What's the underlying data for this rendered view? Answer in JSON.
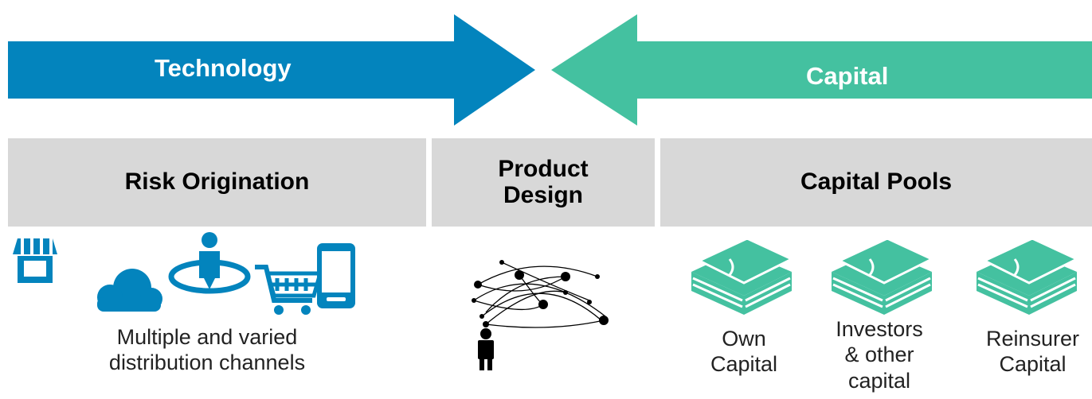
{
  "colors": {
    "technology": "#0384bd",
    "capital": "#44c1a0",
    "box": "#d8d8d8"
  },
  "arrows": {
    "technology": "Technology",
    "capital": "Capital"
  },
  "boxes": {
    "risk_origination": "Risk Origination",
    "product_design_line1": "Product",
    "product_design_line2": "Design",
    "capital_pools": "Capital Pools"
  },
  "captions": {
    "distribution_line1": "Multiple and varied",
    "distribution_line2": "distribution channels",
    "own_line1": "Own",
    "own_line2": "Capital",
    "investors_line1": "Investors",
    "investors_line2": "& other",
    "investors_line3": "capital",
    "reinsurer_line1": "Reinsurer",
    "reinsurer_line2": "Capital"
  },
  "icons": [
    "storefront-icon",
    "cloud-icon",
    "location-person-icon",
    "shopping-cart-icon",
    "smartphone-icon",
    "network-person-icon",
    "money-stack-icon"
  ]
}
